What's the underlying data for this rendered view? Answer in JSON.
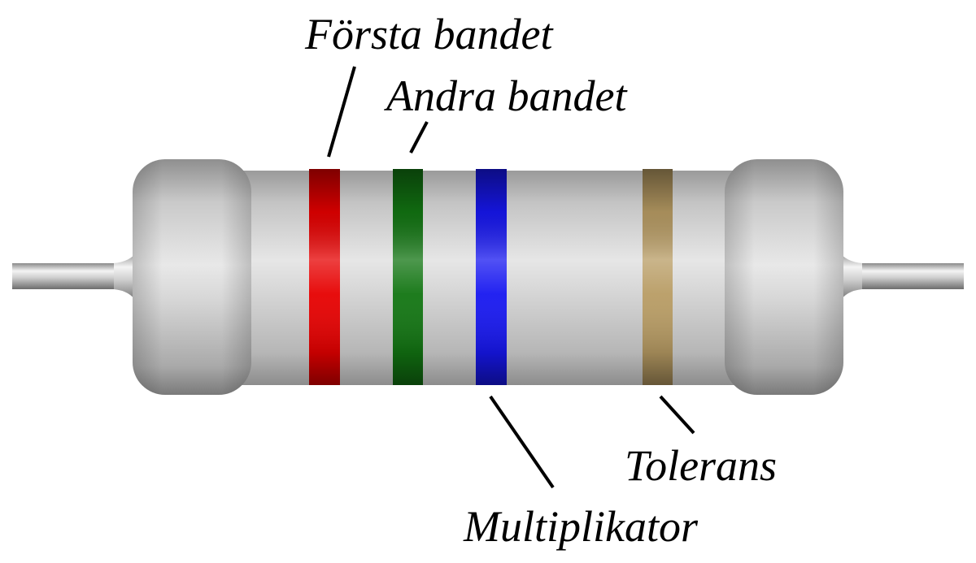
{
  "labels": {
    "first_band": "Första bandet",
    "second_band": "Andra bandet",
    "multiplier": "Multiplikator",
    "tolerance": "Tolerans"
  },
  "colors": {
    "first_band": "#e60000",
    "second_band": "#127512",
    "multiplier": "#1717f0",
    "tolerance": "#b89c64",
    "body": "#d2d2d2",
    "lead": "#c8c8c8"
  }
}
